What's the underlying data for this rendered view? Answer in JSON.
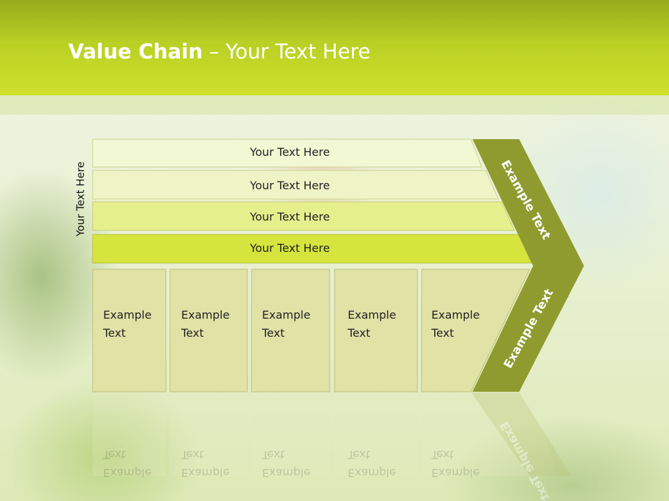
{
  "title": {
    "bold": "Value Chain",
    "rest": " – Your Text Here"
  },
  "side_label": "Your Text Here",
  "rows": [
    {
      "label": "Your Text Here",
      "color": "#f2f7d4"
    },
    {
      "label": "Your Text Here",
      "color": "#eef4c6"
    },
    {
      "label": "Your Text Here",
      "color": "#e5ef8c"
    },
    {
      "label": "Your Text Here",
      "color": "#d6e43e"
    }
  ],
  "boxes": [
    {
      "line1": "Example",
      "line2": "Text"
    },
    {
      "line1": "Example",
      "line2": "Text"
    },
    {
      "line1": "Example",
      "line2": "Text"
    },
    {
      "line1": "Example",
      "line2": "Text"
    },
    {
      "line1": "Example",
      "line2": "Text"
    }
  ],
  "chevron": {
    "upper_label": "Example Text",
    "lower_label": "Example Text",
    "color": "#8f9b2e"
  },
  "colors": {
    "header": "#b9d024",
    "box_fill": "#e0e2a6",
    "box_stroke": "#bfc07a"
  }
}
